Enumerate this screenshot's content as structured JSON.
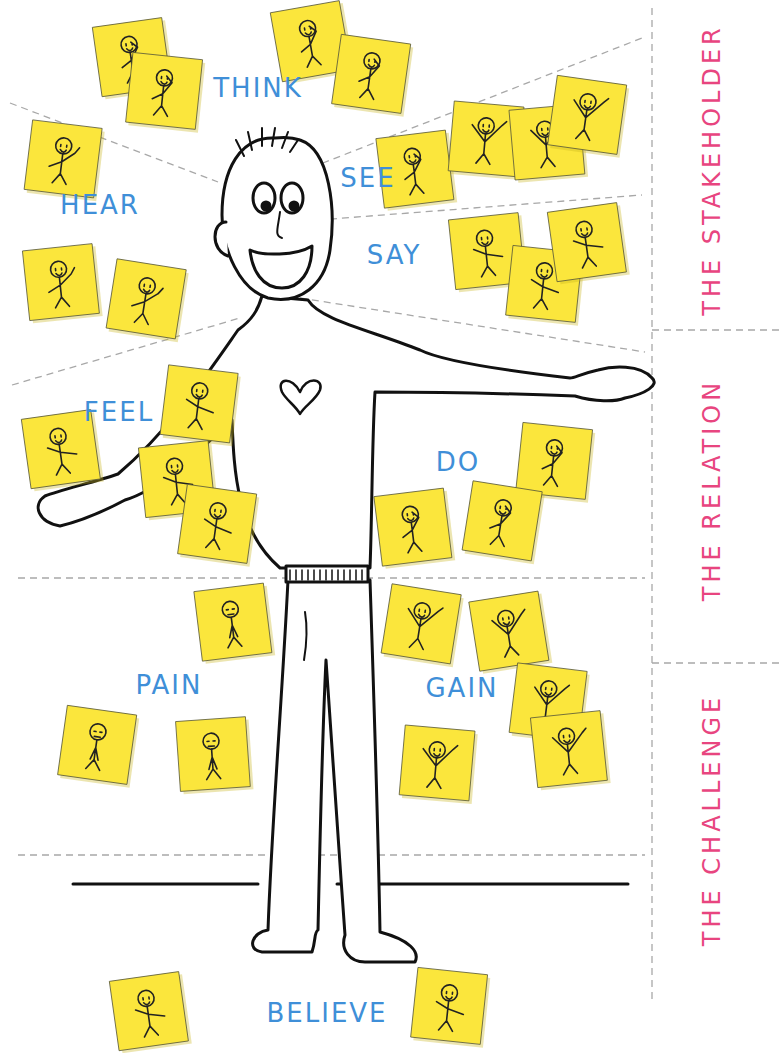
{
  "diagram": {
    "labels": [
      "THINK",
      "HEAR",
      "SEE",
      "SAY",
      "FEEL",
      "DO",
      "PAIN",
      "GAIN",
      "BELIEVE",
      "THE STAKEHOLDER",
      "THE RELATION",
      "THE CHALLENGE"
    ]
  }
}
